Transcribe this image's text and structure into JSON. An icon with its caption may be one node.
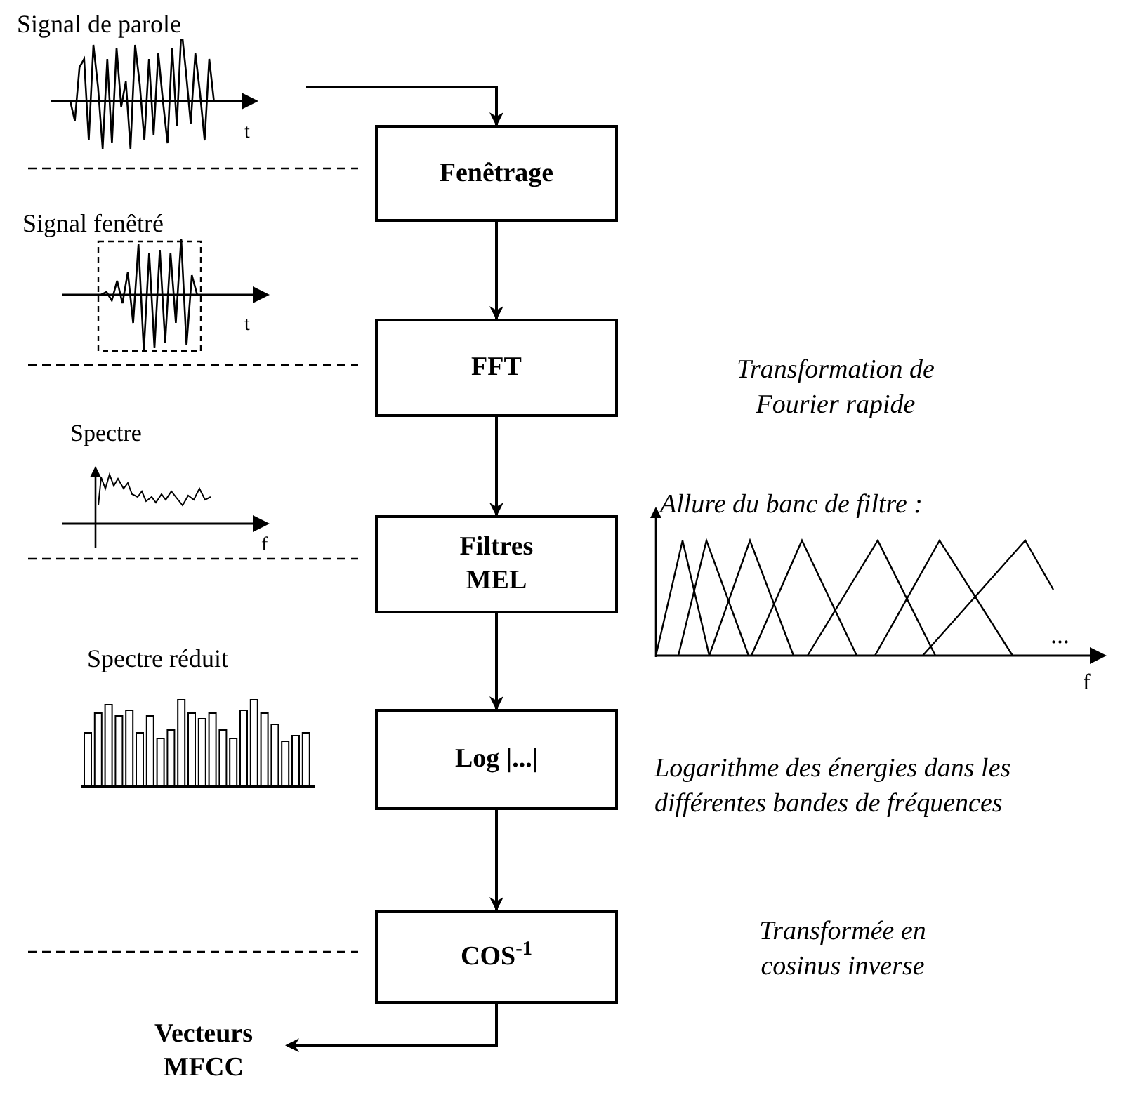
{
  "diagram": {
    "nodes": [
      {
        "text": [
          "Fenêtrage"
        ]
      },
      {
        "text": [
          "FFT"
        ]
      },
      {
        "text": [
          "Filtres MEL"
        ]
      },
      {
        "text": [
          "Log |...|"
        ]
      },
      {
        "text": [
          "COS$^{-1}$"
        ]
      },
      {
        "text": [
          "Vecteurs MFCC"
        ]
      }
    ],
    "edges": [
      {
        "from": null,
        "to": 0,
        "arrow": "to"
      },
      {
        "from": 0,
        "to": 1,
        "arrow": "to"
      },
      {
        "from": 1,
        "to": 2,
        "arrow": "to"
      },
      {
        "from": 2,
        "to": 3,
        "arrow": "to"
      },
      {
        "from": 3,
        "to": 4,
        "arrow": "to"
      },
      {
        "from": 4,
        "to": 5,
        "arrow": "to"
      }
    ],
    "labels": [
      "Signal de parole",
      "t",
      "Signal fenêtré",
      "t",
      "Spectre",
      "f",
      "Transformation de Fourier rapide",
      "Allure du banc de filtre :",
      "...",
      "f",
      "Spectre réduit",
      "Logarithme des énergies dans les différentes bandes de fréquences",
      "Transformée en cosinus inverse"
    ]
  }
}
